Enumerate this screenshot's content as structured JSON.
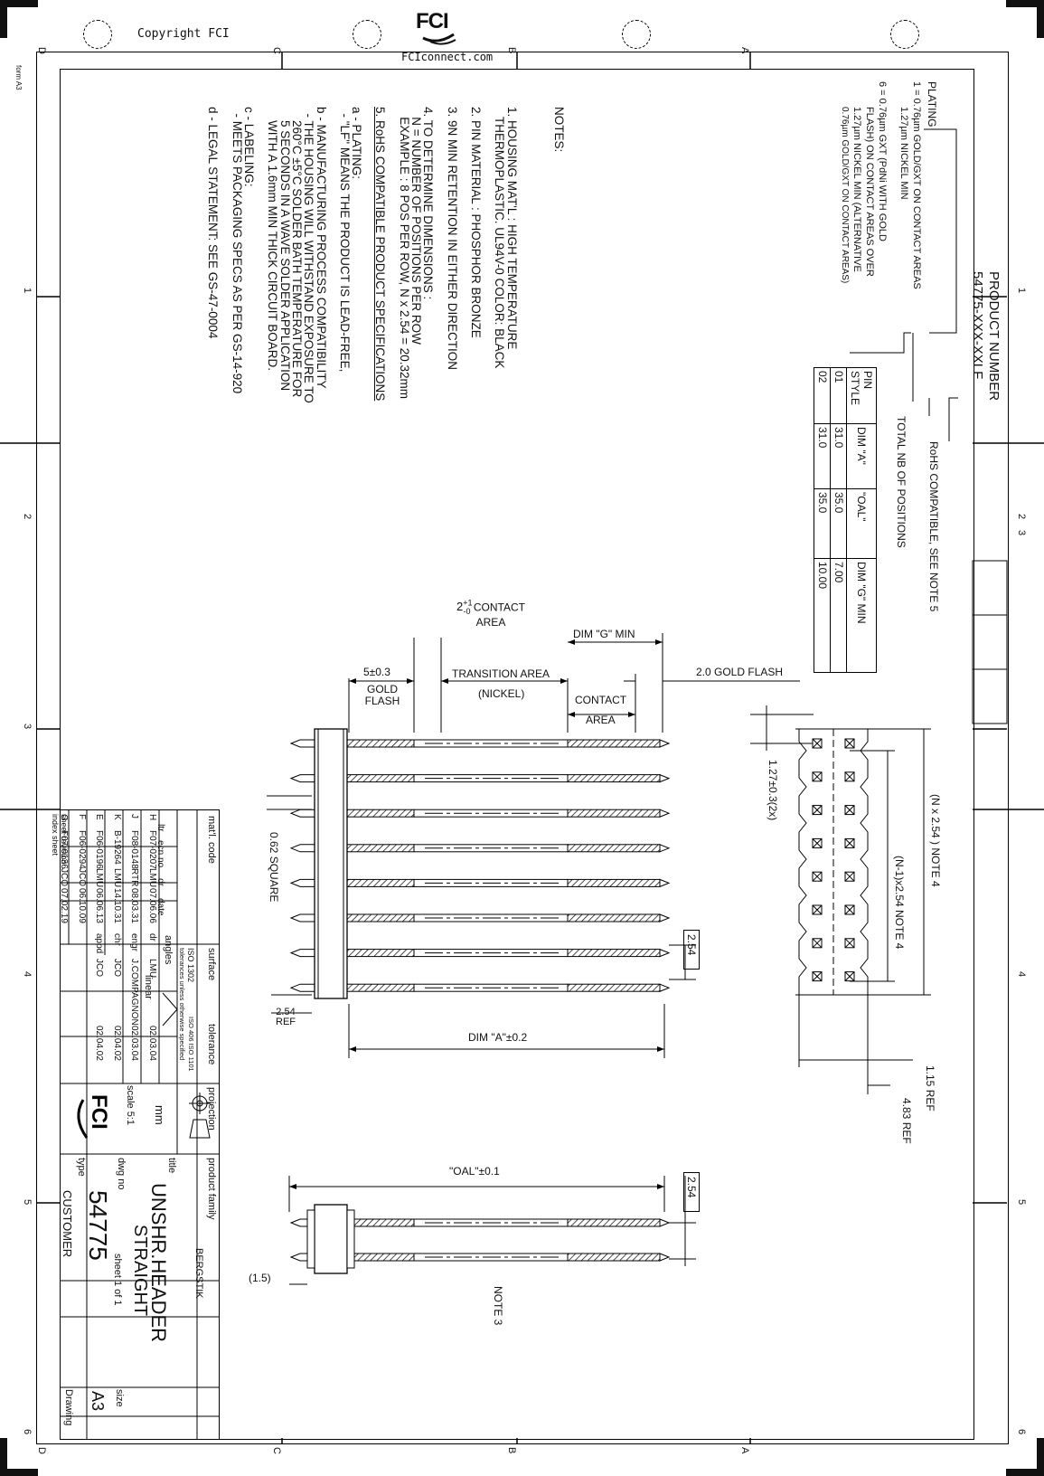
{
  "header": {
    "copyright": "Copyright FCI",
    "brand": "FCI",
    "site": "FCIconnect.com",
    "form_label": "form A3"
  },
  "frame": {
    "letters_top": [
      "D",
      "C",
      "B",
      "A"
    ],
    "letters_bottom": [
      "D",
      "C",
      "B",
      "A"
    ],
    "numbers": [
      "1",
      "2",
      "3",
      "4",
      "5",
      "6"
    ],
    "num_right_extra": "3"
  },
  "product": {
    "title": "PRODUCT NUMBER",
    "pn": "54775-XXX-XXLF",
    "plating_label": "PLATING",
    "plating_1": "1 = 0.76µm GOLD/GXT ON CONTACT AREAS",
    "plating_1b": "1.27µm NICKEL MIN",
    "plating_6": "6 = 0.76µm GXT (PdNi WITH GOLD",
    "plating_6b": "FLASH) ON CONTACT AREAS OVER",
    "plating_6c": "1.27µm NICKEL MIN (ALTERNATIVE",
    "plating_6d": "0.76µm GOLD/GXT ON CONTACT AREAS)",
    "rohs_callout": "RoHS COMPATIBLE, SEE NOTE 5",
    "positions_callout": "TOTAL NB OF POSITIONS"
  },
  "pin_table": {
    "headers": [
      "PIN STYLE",
      "DIM \"A\"",
      "\"OAL\"",
      "DIM \"G\" MIN"
    ],
    "rows": [
      [
        "01",
        "31.0",
        "35.0",
        "7.00"
      ],
      [
        "02",
        "31.0",
        "35.0",
        "10.00"
      ]
    ]
  },
  "notes": {
    "title": "NOTES:",
    "lines": [
      {
        "t": "1. HOUSING MAT'L : HIGH TEMPERATURE",
        "u": false
      },
      {
        "t": "   THERMOPLASTIC. UL94V-0 COLOR: BLACK",
        "u": false
      },
      {
        "t": "",
        "u": false
      },
      {
        "t": "2. PIN MATERIAL : PHOSPHOR BRONZE",
        "u": false
      },
      {
        "t": "",
        "u": false
      },
      {
        "t": "3. 9N MIN RETENTION IN EITHER DIRECTION",
        "u": false
      },
      {
        "t": "",
        "u": false
      },
      {
        "t": "4. TO DETERMINE DIMENSIONS :",
        "u": false
      },
      {
        "t": "   N = NUMBER OF POSITIONS PER ROW",
        "u": false
      },
      {
        "t": "   EXAMPLE : 8 POS PER ROW, N x 2.54 = 20.32mm",
        "u": false
      },
      {
        "t": "",
        "u": false
      },
      {
        "t": "5. RoHS COMPATIBLE PRODUCT SPECIFICATIONS",
        "u": true
      },
      {
        "t": "",
        "u": false
      },
      {
        "t": "a - PLATING:",
        "u": false
      },
      {
        "t": "  - \"LF\" MEANS THE PRODUCT IS LEAD-FREE,",
        "u": false
      },
      {
        "t": "",
        "u": false
      },
      {
        "t": "b - MANUFACTURING PROCESS COMPATIBILITY",
        "u": false
      },
      {
        "t": "  - THE HOUSING WILL WITHSTAND EXPOSURE TO",
        "u": false
      },
      {
        "t": "    260°C ±5°C SOLDER BATH TEMPERATURE FOR",
        "u": false
      },
      {
        "t": "    5 SECONDS IN A WAVE SOLDER APPLICATION",
        "u": false
      },
      {
        "t": "    WITH A 1.6mm MIN THICK CIRCUIT BOARD.",
        "u": false
      },
      {
        "t": "",
        "u": false
      },
      {
        "t": "c - LABELING:",
        "u": false
      },
      {
        "t": "  - MEETS PACKAGING SPECS AS PER GS-14-920",
        "u": false
      },
      {
        "t": "",
        "u": false
      },
      {
        "t": "d - LEGAL STATEMENT: SEE GS-47-0004",
        "u": false
      }
    ]
  },
  "dims": {
    "contact_area": "2+1-0 CONTACT AREA",
    "dim_g": "DIM \"G\" MIN",
    "gold_flash_len": "5±0.3",
    "gold_flash": "GOLD FLASH",
    "transition": "TRANSITION AREA",
    "nickel": "(NICKEL)",
    "contact": "CONTACT",
    "area": "AREA",
    "gold_flash_2": "2.0 GOLD FLASH",
    "pitch_2x": "1.27±0.3(2x)",
    "square": "0.62 SQUARE",
    "pitch": "2.54",
    "ref": "2.54 REF",
    "dim_a": "DIM \"A\"±0.2",
    "oal": "\"OAL\"±0.1",
    "pitch_b": "2.54",
    "offset": "(1.5)",
    "note3": "NOTE 3",
    "n_len": "(N x 2.54 ) NOTE 4",
    "n1_len": "(N-1)x2.54 NOTE 4",
    "ref_115": "1.15 REF",
    "ref_483": "4.83 REF"
  },
  "title_block": {
    "matl": "mat'l. code",
    "surface": "surface",
    "tolerance": "tolerance",
    "projection": "projection",
    "product_family_label": "product family",
    "product_family": "BERGSTIK",
    "iso": "ISO 1302",
    "tol_note": "tolerances unless otherwise specified",
    "iso2": "ISO 406 ISO 1101",
    "linear": "linear",
    "angles": "angles",
    "units": "mm",
    "scale": "scale 5:1",
    "title_label": "title",
    "title_1": "UNSHR.HEADER",
    "title_2": "STRAIGHT",
    "dwg_label": "dwg no",
    "dwg_no": "54775",
    "sheet": "sheet 1 of 1",
    "size_label": "size",
    "size": "A3",
    "type_label": "type",
    "type": "CUSTOMER",
    "drawing": "Drawing",
    "rev_header": [
      "ltr",
      "ecn no",
      "dr",
      "date"
    ],
    "revisions": [
      [
        "H",
        "F07-0207",
        "LMU",
        "07.06.06"
      ],
      [
        "J",
        "F08-0148",
        "RTR",
        "08.03.31"
      ],
      [
        "K",
        "B-19264",
        "LMU",
        "14.10.31"
      ],
      [
        "E",
        "F06-0196",
        "LMU",
        "06.06.13"
      ],
      [
        "F",
        "F06-0294",
        "JCO",
        "06.10.09"
      ],
      [
        "G",
        "F07-0136",
        "JCO",
        "07.02.19"
      ]
    ],
    "sign": [
      [
        "dr",
        "LMU",
        "02.03.04"
      ],
      [
        "engr",
        "J.COMPAGNON",
        "02.03.04"
      ],
      [
        "chr",
        "JCO",
        "02.04.02"
      ],
      [
        "appd",
        "JCO",
        "02.04.02"
      ]
    ],
    "sheet_rev": "sheet revision",
    "index_sheet": "index sheet"
  }
}
